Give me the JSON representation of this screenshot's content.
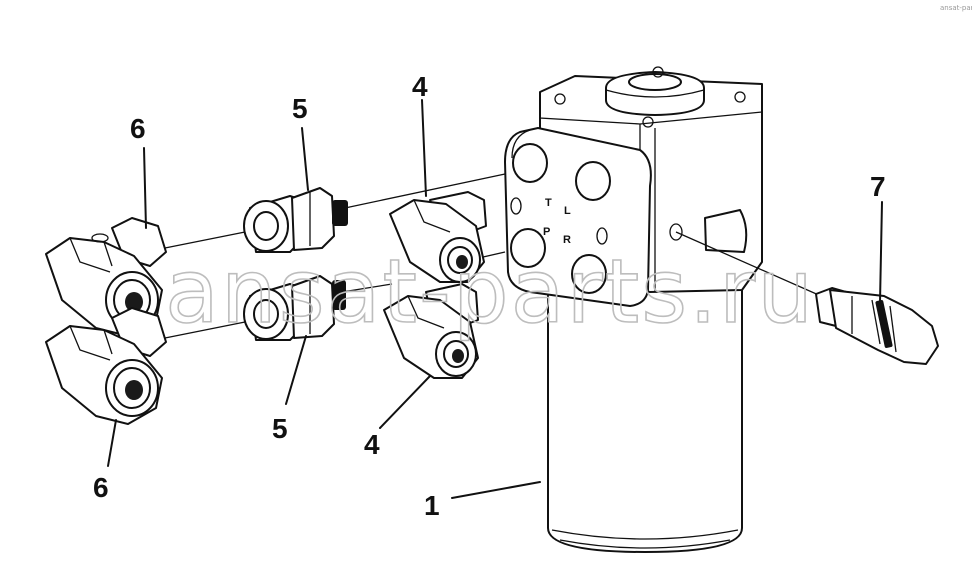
{
  "corner_text": "ansat-parts",
  "watermark": "ansat-parts.ru",
  "port_letters": {
    "t": "T",
    "l": "L",
    "p": "P",
    "r": "R"
  },
  "callouts": {
    "c1": "1",
    "c4_top": "4",
    "c4_bottom": "4",
    "c5_top": "5",
    "c5_bottom": "5",
    "c6_top": "6",
    "c6_bottom": "6",
    "c7": "7"
  }
}
